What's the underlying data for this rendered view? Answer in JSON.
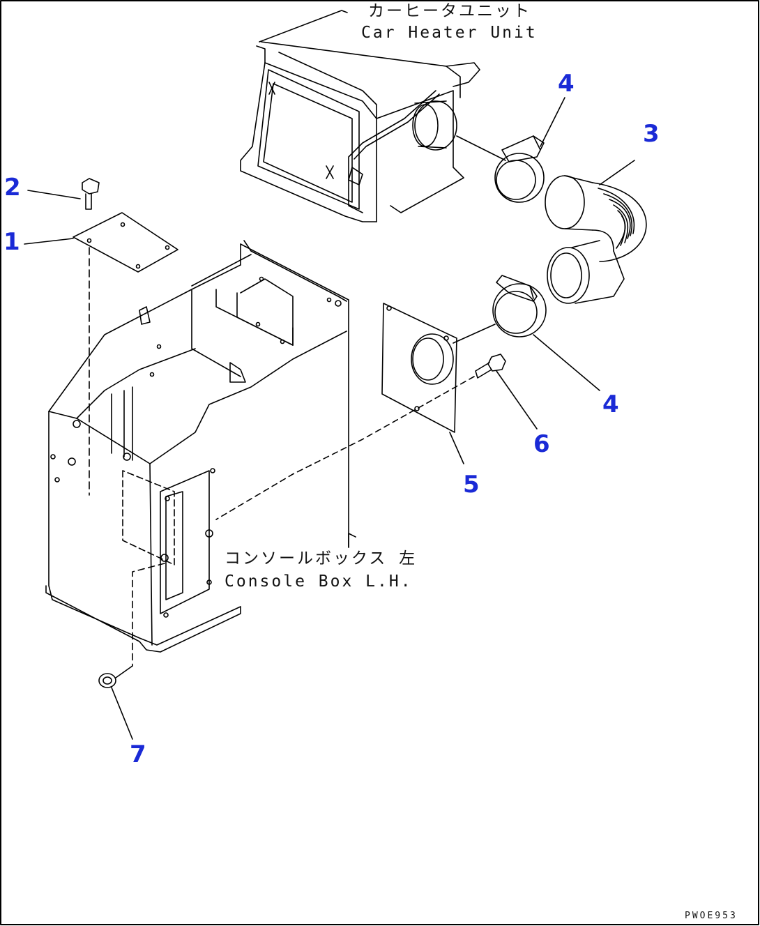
{
  "callouts": {
    "c1": "1",
    "c2": "2",
    "c3": "3",
    "c4a": "4",
    "c4b": "4",
    "c5": "5",
    "c6": "6",
    "c7": "7"
  },
  "labels": {
    "heater_jp": "カーヒータユニット",
    "heater_en": "Car Heater Unit",
    "console_jp": "コンソールボックス 左",
    "console_en": "Console Box L.H."
  },
  "drawing_code": "PWOE953",
  "colors": {
    "callout": "#1a2ad6",
    "line": "#000000"
  }
}
